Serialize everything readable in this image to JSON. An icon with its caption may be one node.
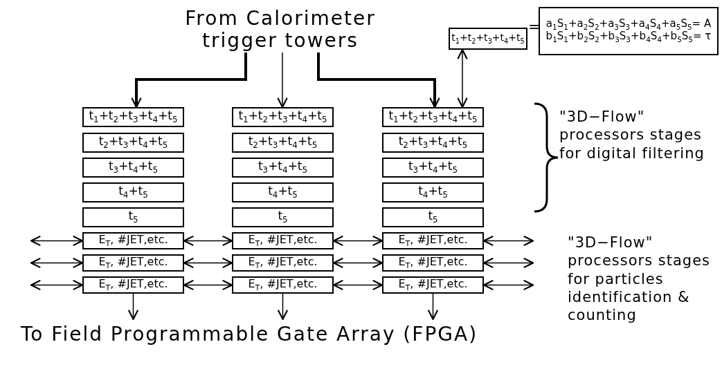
{
  "diagram": {
    "nodes": [
      {
        "text": [
          "From Calorimeter trigger towers"
        ]
      },
      {
        "text": [
          "t$_{1}$+t$_{2}$+t$_{3}$+t$_{4}$+t$_{5}$"
        ]
      },
      {
        "text": [
          "a$_{1}$S$_{1}$+a$_{2}$S$_{2}$+a$_{3}$S$_{3}$+a$_{4}$S$_{4}$+a$_{5}$S$_{5}$= A",
          "b$_{1}$S$_{1}$+b$_{2}$S$_{2}$+b$_{3}$S$_{3}$+b$_{4}$S$_{4}$+b$_{5}$S$_{5}$= τ"
        ]
      },
      {
        "text": [
          "t$_{1}$+t$_{2}$+t$_{3}$+t$_{4}$+t$_{5}$"
        ]
      },
      {
        "text": [
          "t$_{2}$+t$_{3}$+t$_{4}$+t$_{5}$"
        ]
      },
      {
        "text": [
          "t$_{3}$+t$_{4}$+t$_{5}$"
        ]
      },
      {
        "text": [
          "t$_{4}$+t$_{5}$"
        ]
      },
      {
        "text": [
          "t$_{5}$"
        ]
      },
      {
        "text": [
          "E$_{T}$, #JET,etc."
        ]
      },
      {
        "text": [
          "E$_{T}$, #JET,etc."
        ]
      },
      {
        "text": [
          "E$_{T}$, #JET,etc."
        ]
      },
      {
        "text": [
          "t$_{1}$+t$_{2}$+t$_{3}$+t$_{4}$+t$_{5}$"
        ]
      },
      {
        "text": [
          "t$_{2}$+t$_{3}$+t$_{4}$+t$_{5}$"
        ]
      },
      {
        "text": [
          "t$_{3}$+t$_{4}$+t$_{5}$"
        ]
      },
      {
        "text": [
          "t$_{4}$+t$_{5}$"
        ]
      },
      {
        "text": [
          "t$_{5}$"
        ]
      },
      {
        "text": [
          "E$_{T}$, #JET,etc."
        ]
      },
      {
        "text": [
          "E$_{T}$, #JET,etc."
        ]
      },
      {
        "text": [
          "E$_{T}$, #JET,etc."
        ]
      },
      {
        "text": [
          "t$_{1}$+t$_{2}$+t$_{3}$+t$_{4}$+t$_{5}$"
        ]
      },
      {
        "text": [
          "t$_{2}$+t$_{3}$+t$_{4}$+t$_{5}$"
        ]
      },
      {
        "text": [
          "t$_{3}$+t$_{4}$+t$_{5}$"
        ]
      },
      {
        "text": [
          "t$_{4}$+t$_{5}$"
        ]
      },
      {
        "text": [
          "t$_{5}$"
        ]
      },
      {
        "text": [
          "E$_{T}$, #JET,etc."
        ]
      },
      {
        "text": [
          "E$_{T}$, #JET,etc."
        ]
      },
      {
        "text": [
          "E$_{T}$, #JET,etc."
        ]
      },
      {
        "text": [
          "To Field Programmable Gate Array (FPGA)"
        ]
      }
    ],
    "edges": [
      {
        "from": 0,
        "to": 3,
        "arrow": "to",
        "style": "thick"
      },
      {
        "from": 0,
        "to": 11,
        "arrow": "to"
      },
      {
        "from": 0,
        "to": 19,
        "arrow": "to",
        "style": "thick"
      },
      {
        "from": 1,
        "to": 19,
        "arrow": "both"
      },
      {
        "from": null,
        "to": 8,
        "arrow": "both"
      },
      {
        "from": 8,
        "to": 16,
        "arrow": "both"
      },
      {
        "from": 16,
        "to": 24,
        "arrow": "both"
      },
      {
        "from": 24,
        "to": null,
        "arrow": "both"
      },
      {
        "from": null,
        "to": 9,
        "arrow": "both"
      },
      {
        "from": 9,
        "to": 17,
        "arrow": "both"
      },
      {
        "from": 17,
        "to": 25,
        "arrow": "both"
      },
      {
        "from": 25,
        "to": null,
        "arrow": "both"
      },
      {
        "from": null,
        "to": 10,
        "arrow": "both"
      },
      {
        "from": 10,
        "to": 18,
        "arrow": "both"
      },
      {
        "from": 18,
        "to": 26,
        "arrow": "both"
      },
      {
        "from": 26,
        "to": null,
        "arrow": "both"
      },
      {
        "from": 10,
        "to": 27,
        "arrow": "to"
      },
      {
        "from": 18,
        "to": 27,
        "arrow": "to"
      },
      {
        "from": 26,
        "to": 27,
        "arrow": "to"
      }
    ],
    "labels": [
      "=",
      "\"3D−Flow\" processors stages for digital filtering",
      "\"3D−Flow\" processors stages for particles identification & counting"
    ]
  }
}
